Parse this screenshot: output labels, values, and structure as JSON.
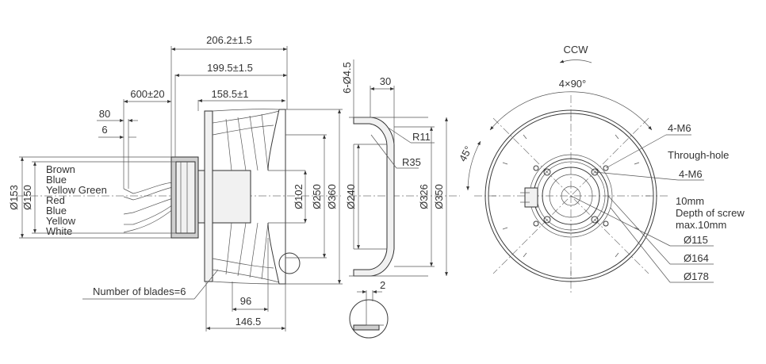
{
  "side_view": {
    "dim_overall_1": "206.2±1.5",
    "dim_overall_2": "199.5±1.5",
    "dim_overall_3": "158.5±1",
    "dim_cable": "600±20",
    "dim_strip_80": "80",
    "dim_strip_6": "6",
    "dim_d153": "Ø153",
    "dim_d150": "Ø150",
    "dim_d102": "Ø102",
    "dim_d250": "Ø250",
    "dim_d360": "Ø360",
    "dim_96": "96",
    "dim_146": "146.5",
    "blades_note": "Number of blades=6",
    "wires": [
      "Brown",
      "Blue",
      "Yellow Green",
      "Red",
      "Blue",
      "Yellow",
      "White"
    ]
  },
  "nozzle_view": {
    "dim_holes": "6-Ø4.5",
    "dim_30": "30",
    "dim_r11": "R11",
    "dim_r35": "R35",
    "dim_d240": "Ø240",
    "dim_d326": "Ø326",
    "dim_d350": "Ø350",
    "dim_2": "2"
  },
  "front_view": {
    "rotation": "CCW",
    "angle_4x90": "4×90°",
    "angle_45": "45°",
    "label_4m6_top": "4-M6",
    "label_through": "Through-hole",
    "label_4m6_mid": "4-M6",
    "screw_note_1": "10mm",
    "screw_note_2": "Depth of screw",
    "screw_note_3": "max.10mm",
    "dim_d115": "Ø115",
    "dim_d164": "Ø164",
    "dim_d178": "Ø178"
  }
}
